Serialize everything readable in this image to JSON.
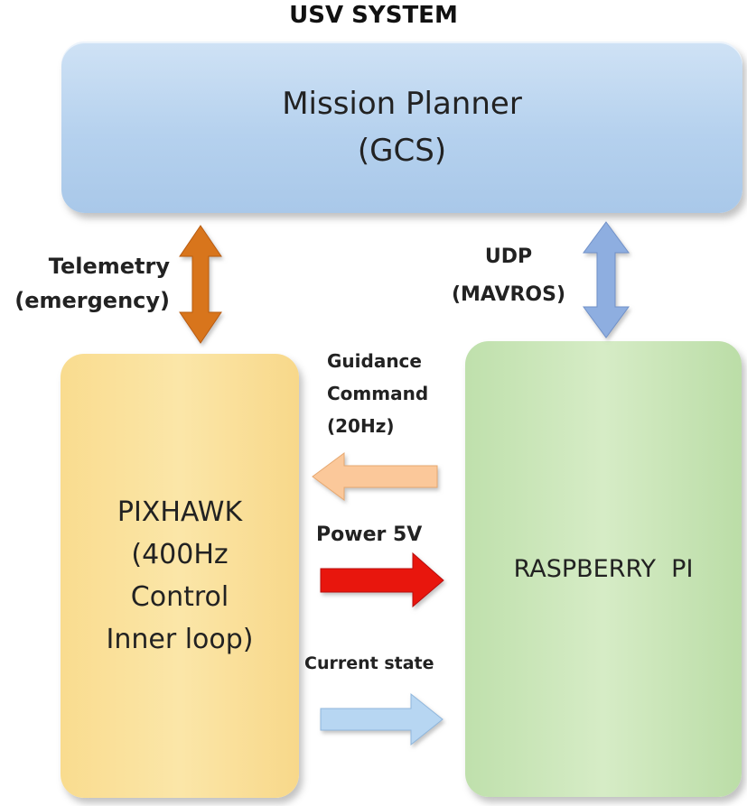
{
  "title": "USV SYSTEM",
  "gcs": {
    "line1": "Mission Planner",
    "line2": "(GCS)"
  },
  "pixhawk": {
    "line1": "PIXHAWK",
    "line2": "(400Hz",
    "line3": "Control",
    "line4": "Inner loop)"
  },
  "raspberry": {
    "label": "RASPBERRY  PI"
  },
  "links": {
    "telemetry": {
      "line1": "Telemetry",
      "line2": "(emergency)"
    },
    "udp": {
      "line1": "UDP",
      "line2": "(MAVROS)"
    },
    "guidance": {
      "line1": "Guidance",
      "line2": "Command",
      "line3": "(20Hz)"
    },
    "power": "Power 5V",
    "current": "Current state"
  },
  "colors": {
    "telemetry_arrow": "#d8741c",
    "udp_arrow": "#8eaee0",
    "guidance_arrow": "#fbc89a",
    "power_arrow": "#e8140e",
    "current_arrow": "#b7d6f2"
  }
}
